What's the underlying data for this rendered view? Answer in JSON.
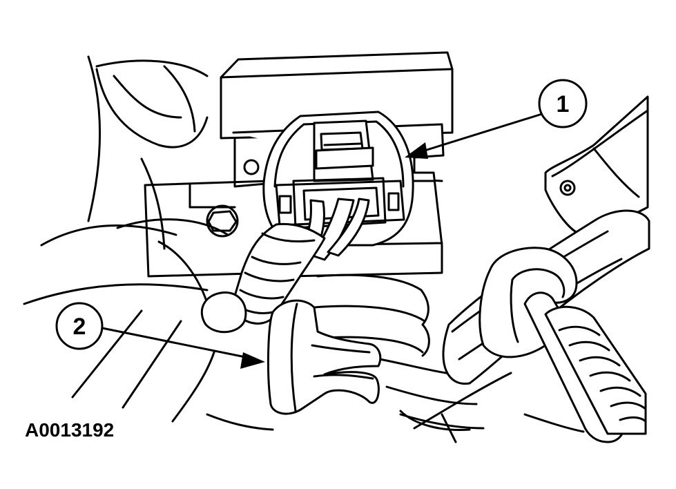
{
  "figure_code": "A0013192",
  "callouts": [
    {
      "label": "1",
      "part": "connector"
    },
    {
      "label": "2",
      "part": "retainer"
    }
  ],
  "colors": {
    "line": "#000000",
    "background": "#ffffff"
  }
}
